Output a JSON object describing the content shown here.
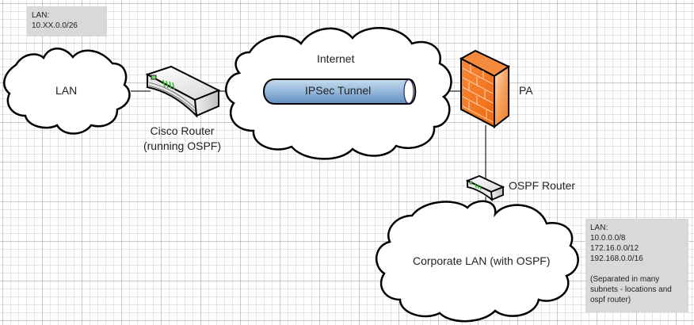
{
  "diagram": {
    "title": "Network topology: LAN to Corporate LAN via IPSec Tunnel",
    "nodes": {
      "lan": {
        "label": "LAN"
      },
      "cisco_router": {
        "label_line1": "Cisco Router",
        "label_line2": "(running OSPF)",
        "icon": "router-icon"
      },
      "internet": {
        "label": "Internet"
      },
      "ipsec_tunnel": {
        "label": "IPSec Tunnel",
        "icon": "tunnel-pipe-icon"
      },
      "pa": {
        "label": "PA",
        "icon": "firewall-icon"
      },
      "ospf_router": {
        "label": "OSPF Router",
        "icon": "router-icon"
      },
      "corporate_lan": {
        "label": "Corporate LAN (with OSPF)"
      }
    },
    "notes": {
      "lan_note": {
        "lines": [
          "LAN:",
          "10.XX.0.0/26"
        ]
      },
      "corporate_note": {
        "lines": [
          "LAN:",
          "10.0.0.0/8",
          "172.16.0.0/12",
          "192.168.0.0/16",
          "",
          "(Separated in many",
          "subnets - locations and",
          "ospf router)"
        ]
      }
    },
    "edges": [
      {
        "from": "LAN",
        "to": "Cisco Router"
      },
      {
        "from": "Cisco Router",
        "to": "IPSec Tunnel"
      },
      {
        "from": "IPSec Tunnel",
        "to": "PA"
      },
      {
        "from": "PA",
        "to": "OSPF Router"
      },
      {
        "from": "OSPF Router",
        "to": "Corporate LAN (with OSPF)"
      }
    ],
    "colors": {
      "firewall": "#f47a20",
      "tunnel": "#8fb4d9",
      "note_bg": "#d9d9d9",
      "router_led": "#2db52d"
    }
  }
}
